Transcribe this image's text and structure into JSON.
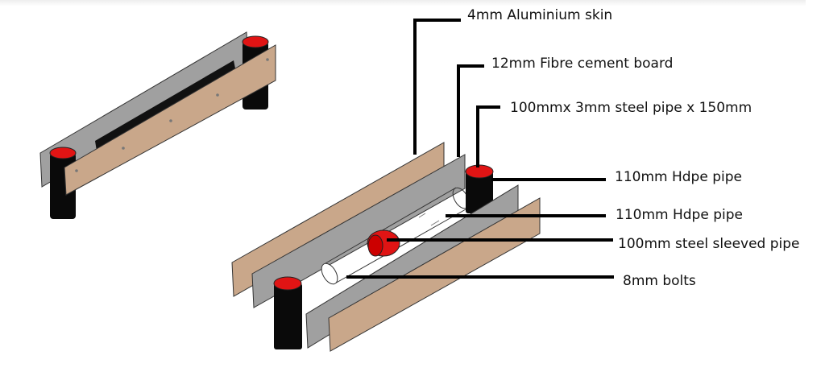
{
  "colors": {
    "board": "#c9a78a",
    "skin": "#a0a0a0",
    "pipe": "#0a0a0a",
    "cap": "#e01414",
    "leader": "#000000"
  },
  "labels": {
    "aluminium_skin": "4mm Aluminium skin",
    "fibre_board": "12mm Fibre cement board",
    "steel_pipe": "100mmx 3mm steel pipe x 150mm",
    "hdpe_pipe_1": "110mm Hdpe pipe",
    "hdpe_pipe_2": "110mm Hdpe pipe",
    "sleeved_pipe": "100mm steel sleeved pipe",
    "bolts": "8mm bolts"
  }
}
